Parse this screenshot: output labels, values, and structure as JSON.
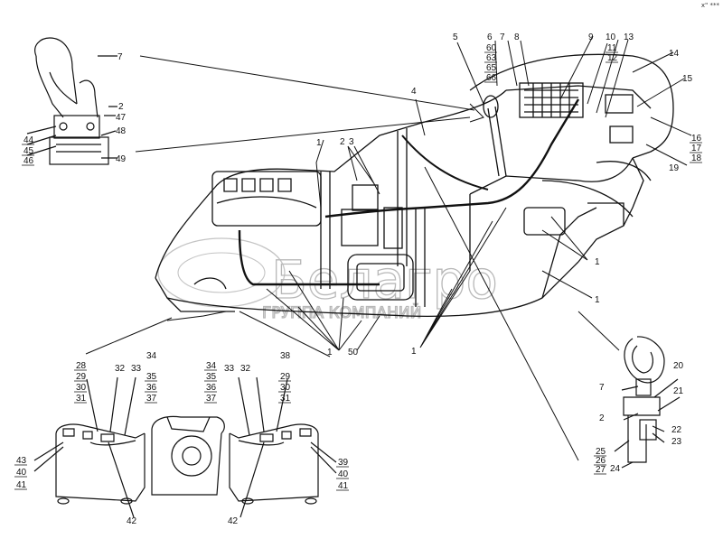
{
  "corner_mark": "x\" ***",
  "watermark": {
    "brand": "Белагро",
    "subtitle": "ГРУППА КОМПАНИЙ"
  },
  "callouts": {
    "c1a": "1",
    "c1b": "1",
    "c1c": "1",
    "c1d": "1",
    "c1e": "1",
    "c2": "2",
    "c3": "3",
    "c4": "4",
    "c5": "5",
    "c6": "6",
    "c7": "7",
    "c8": "8",
    "c9": "9",
    "c10": "10",
    "c11": "11",
    "c12": "12",
    "c13": "13",
    "c14": "14",
    "c15": "15",
    "c16": "16",
    "c17": "17",
    "c18": "18",
    "c19": "19",
    "c60": "60",
    "c63": "63",
    "c65": "65",
    "c66": "66",
    "c50": "50",
    "j7": "7",
    "j2": "2",
    "j47": "47",
    "j48": "48",
    "j49": "49",
    "j44": "44",
    "j45": "45",
    "j46": "46",
    "l28": "28",
    "l29": "29",
    "l30": "30",
    "l31": "31",
    "l32": "32",
    "l33": "33",
    "l34": "34",
    "l35": "35",
    "l36": "36",
    "l37": "37",
    "l43": "43",
    "l40": "40",
    "l41": "41",
    "l42": "42",
    "r34": "34",
    "r35": "35",
    "r36": "36",
    "r37": "37",
    "r33": "33",
    "r32": "32",
    "r38": "38",
    "r29": "29",
    "r30": "30",
    "r31": "31",
    "r39": "39",
    "r40": "40",
    "r41": "41",
    "r42": "42",
    "k7": "7",
    "k2": "2",
    "k20": "20",
    "k21": "21",
    "k22": "22",
    "k23": "23",
    "k24": "24",
    "k25": "25",
    "k26": "26",
    "k27": "27"
  }
}
